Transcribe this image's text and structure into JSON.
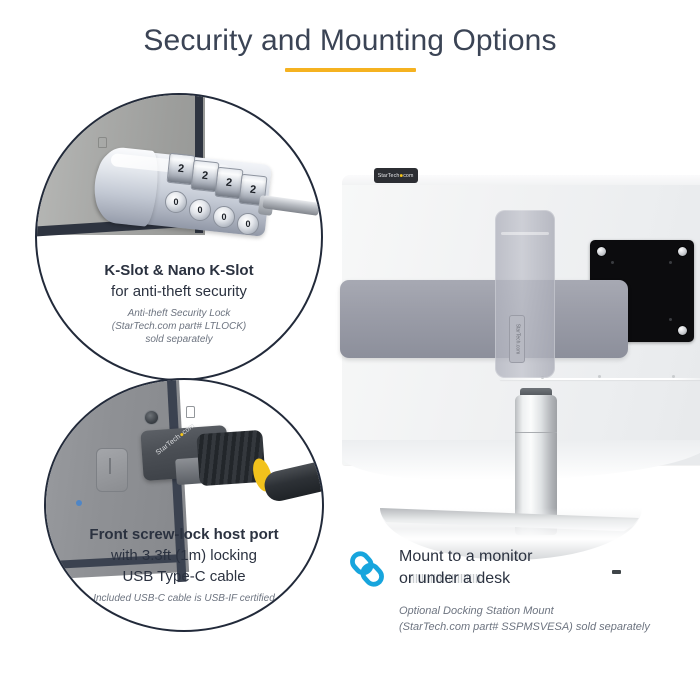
{
  "page": {
    "title": "Security and Mounting Options",
    "accent_color": "#f5b220",
    "title_color": "#3b4455",
    "circle_border_color": "#222a3a",
    "link_icon_color": "#17a5dd",
    "background": "#ffffff"
  },
  "callouts": [
    {
      "id": "k-slot",
      "headline": "K-Slot & Nano K-Slot",
      "subline": "for anti-theft security",
      "note_lines": [
        "Anti-theft Security Lock",
        "(StarTech.com part# LTLOCK)",
        "sold separately"
      ],
      "photo": {
        "subject": "combination cable lock inserted into laptop K-Slot",
        "dial_digits": [
          "2",
          "2",
          "2",
          "2"
        ],
        "dial_small_digits": [
          "0",
          "0",
          "0",
          "0"
        ]
      }
    },
    {
      "id": "screw-lock-host-port",
      "headline": "Front screw-lock host port",
      "subline_lines": [
        "with 3.3ft (1m) locking",
        "USB Type-C cable"
      ],
      "note_lines": [
        "Included USB-C cable is USB-IF certified"
      ],
      "photo": {
        "subject": "USB-C screw-lock cable attached to dock front port",
        "brand_label": "StarTech",
        "brand_suffix": "com"
      }
    }
  ],
  "feature": {
    "icon": "chain-link-icon",
    "title_lines": [
      "Mount to a monitor",
      "or under a desk"
    ],
    "note_lines": [
      "Optional Docking Station Mount",
      "(StarTech.com part# SSPMSVESA) sold separately"
    ]
  },
  "monitor_scene": {
    "subject": "docking station mounted on rear of monitor via VESA plate",
    "dock_brand_label": "StarTech",
    "dock_brand_suffix": "com",
    "dock_vertical_label": "StarTech.com",
    "vesa_plate_color": "#0c0c0e"
  }
}
